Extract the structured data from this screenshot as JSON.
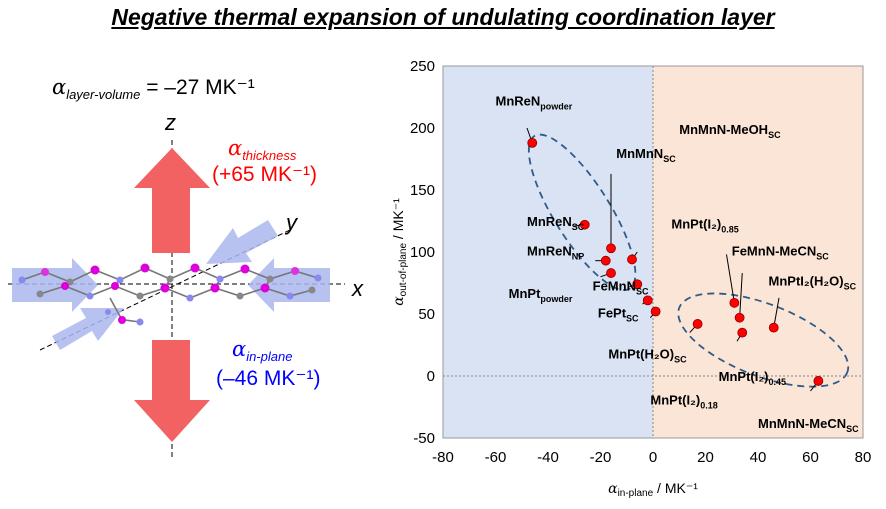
{
  "title": "Negative thermal expansion of undulating coordination layer",
  "left": {
    "layer_volume": {
      "symbol": "α",
      "subscript": "layer-volume",
      "value": " = –27 MK⁻¹"
    },
    "thickness": {
      "symbol": "α",
      "subscript": "thickness",
      "value": "(+65 MK⁻¹)"
    },
    "in_plane": {
      "symbol": "α",
      "subscript": "in-plane",
      "value": "(–46 MK⁻¹)"
    },
    "axis_labels": {
      "z": "z",
      "y": "y",
      "x": "x"
    },
    "colors": {
      "red_arrow": "#f26262",
      "blue_arrow": "#aab7ee",
      "thickness_text": "#ff0000",
      "in_plane_text": "#0000ff"
    }
  },
  "chart_data": {
    "type": "scatter",
    "xlabel": {
      "main": "α",
      "sub": "in-plane",
      "unit": " / MK⁻¹"
    },
    "ylabel": {
      "main": "α",
      "sub": "out-of-plane",
      "unit": " / MK⁻¹"
    },
    "xlim": [
      -80,
      80
    ],
    "ylim": [
      -50,
      250
    ],
    "xticks": [
      "-80",
      "-60",
      "-40",
      "-20",
      "0",
      "20",
      "40",
      "60",
      "80"
    ],
    "yticks": [
      "-50",
      "0",
      "50",
      "100",
      "150",
      "200",
      "250"
    ],
    "regions": {
      "negative_x_color": "#dae3f3",
      "positive_x_color": "#fbe5d6"
    },
    "point_color": "#ff0000",
    "points": [
      {
        "name": "MnReN",
        "sub": "powder",
        "x": -46,
        "y": 188
      },
      {
        "name": "MnReN",
        "sub": "SC",
        "x": -26,
        "y": 122
      },
      {
        "name": "MnMnN",
        "sub": "SC",
        "x": -16,
        "y": 103
      },
      {
        "name": "MnMnN-MeOH",
        "sub": "SC",
        "x": -8,
        "y": 94
      },
      {
        "name": "MnReN",
        "sub": "NP",
        "x": -18,
        "y": 93
      },
      {
        "name": "MnPt",
        "sub": "powder",
        "x": -16,
        "y": 83
      },
      {
        "name": "FeMnN",
        "sub": "SC",
        "x": -6,
        "y": 74
      },
      {
        "name": "FePt",
        "sub": "SC",
        "x": -2,
        "y": 61
      },
      {
        "name": "MnPt(H₂O)",
        "sub": "SC",
        "x": 1,
        "y": 52
      },
      {
        "name": "MnPt(I₂)",
        "sub": "0.85",
        "x": 31,
        "y": 59
      },
      {
        "name": "FeMnN-MeCN",
        "sub": "SC",
        "x": 33,
        "y": 47
      },
      {
        "name": "MnPtI₂(H₂O)",
        "sub": "SC",
        "x": 46,
        "y": 39
      },
      {
        "name": "MnPt(I₂)",
        "sub": "0.45",
        "x": 34,
        "y": 35
      },
      {
        "name": "MnPt(I₂)",
        "sub": "0.18",
        "x": 17,
        "y": 42
      },
      {
        "name": "MnMnN-MeCN",
        "sub": "SC",
        "x": 63,
        "y": -4
      }
    ]
  }
}
